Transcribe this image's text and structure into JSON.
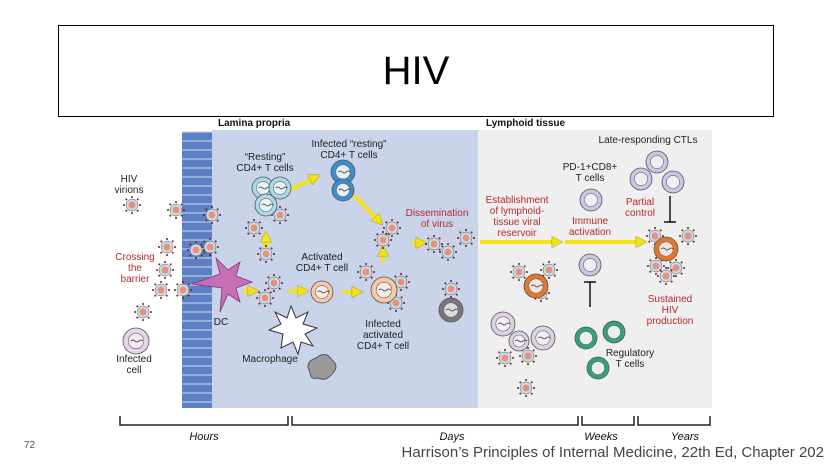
{
  "slide": {
    "title": "HIV",
    "page_number": "72",
    "citation": "Harrison’s Principles of Internal Medicine, 22th Ed, Chapter 202"
  },
  "diagram": {
    "region_headers": {
      "lamina": "Lamina propria",
      "lymphoid": "Lymphoid tissue"
    },
    "labels": {
      "hiv_virions": [
        "HIV",
        "virions"
      ],
      "crossing": [
        "Crossing",
        "the",
        "barrier"
      ],
      "infected_cell": [
        "Infected",
        "cell"
      ],
      "dc": "DC",
      "resting": [
        "“Resting”",
        "CD4+  T cells"
      ],
      "infected_resting": [
        "Infected “resting”",
        "CD4+ T cells"
      ],
      "activated": [
        "Activated",
        "CD4+ T cell"
      ],
      "macrophage": "Macrophage",
      "infected_activated": [
        "Infected",
        "activated",
        "CD4+ T cell"
      ],
      "dissemination": [
        "Dissemination",
        "of virus"
      ],
      "establishment": [
        "Establishment",
        "of lymphoid-",
        "tissue viral",
        "reservoir"
      ],
      "pd1": [
        "PD-1+CD8+",
        "T cells"
      ],
      "immune_activation": [
        "Immune",
        "activation"
      ],
      "late_ctl": "Late-responding CTLs",
      "partial_control": [
        "Partial",
        "control"
      ],
      "sustained": [
        "Sustained",
        "HIV",
        "production"
      ],
      "regulatory": [
        "Regulatory",
        "T cells"
      ]
    },
    "timeline": [
      "Hours",
      "Days",
      "Weeks",
      "Years"
    ],
    "colors": {
      "lamina_bg": "#c9d3ea",
      "lymphoid_bg": "#efefef",
      "red_text": "#b52a2a",
      "arrow": "#f2e21a"
    }
  }
}
